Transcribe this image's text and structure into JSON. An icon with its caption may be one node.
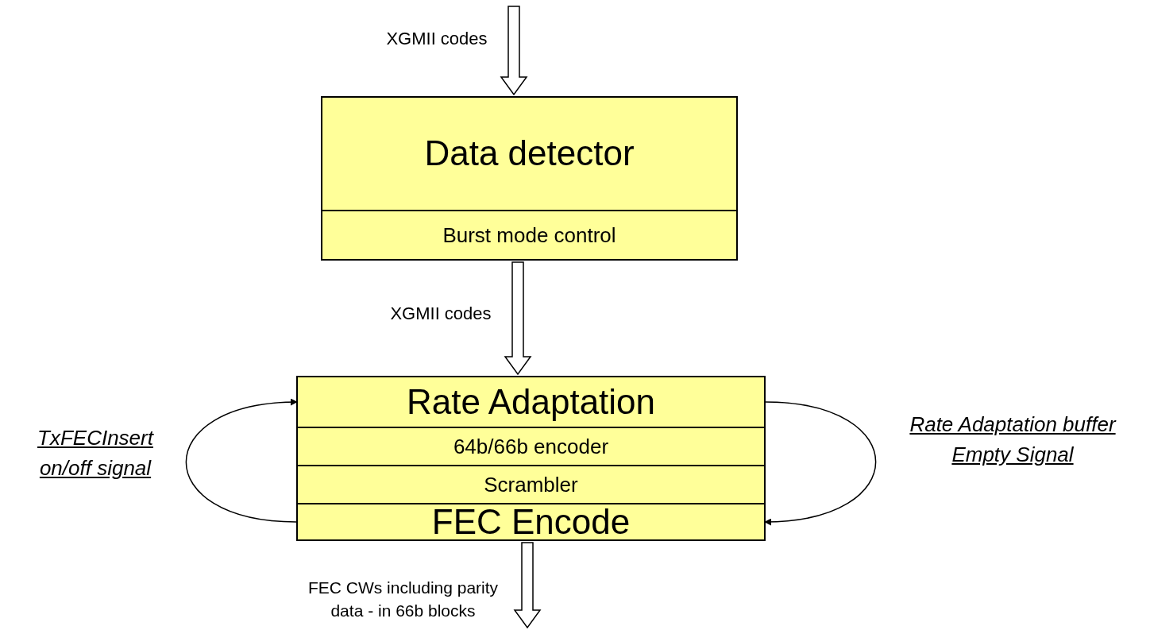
{
  "diagram": {
    "nodes": [
      {
        "text": [
          "Data detector"
        ]
      },
      {
        "text": [
          "Burst mode control"
        ]
      },
      {
        "text": [
          "Rate Adaptation"
        ]
      },
      {
        "text": [
          "64b/66b encoder"
        ]
      },
      {
        "text": [
          "Scrambler"
        ]
      },
      {
        "text": [
          "FEC Encode"
        ]
      }
    ],
    "edges": [
      {
        "from": null,
        "to": 0,
        "arrow": "to",
        "style": "thick",
        "label": "XGMII codes"
      },
      {
        "from": 1,
        "to": 2,
        "arrow": "to",
        "style": "thick",
        "label": "XGMII codes"
      },
      {
        "from": 5,
        "to": 2,
        "arrow": "to",
        "label": "TxFECInsert on/off signal"
      },
      {
        "from": 2,
        "to": 5,
        "arrow": "to",
        "label": "Rate Adaptation buffer Empty Signal"
      },
      {
        "from": 5,
        "to": null,
        "arrow": "to",
        "style": "thick",
        "label": "FEC CWs including parity data - in 66b blocks"
      }
    ]
  }
}
